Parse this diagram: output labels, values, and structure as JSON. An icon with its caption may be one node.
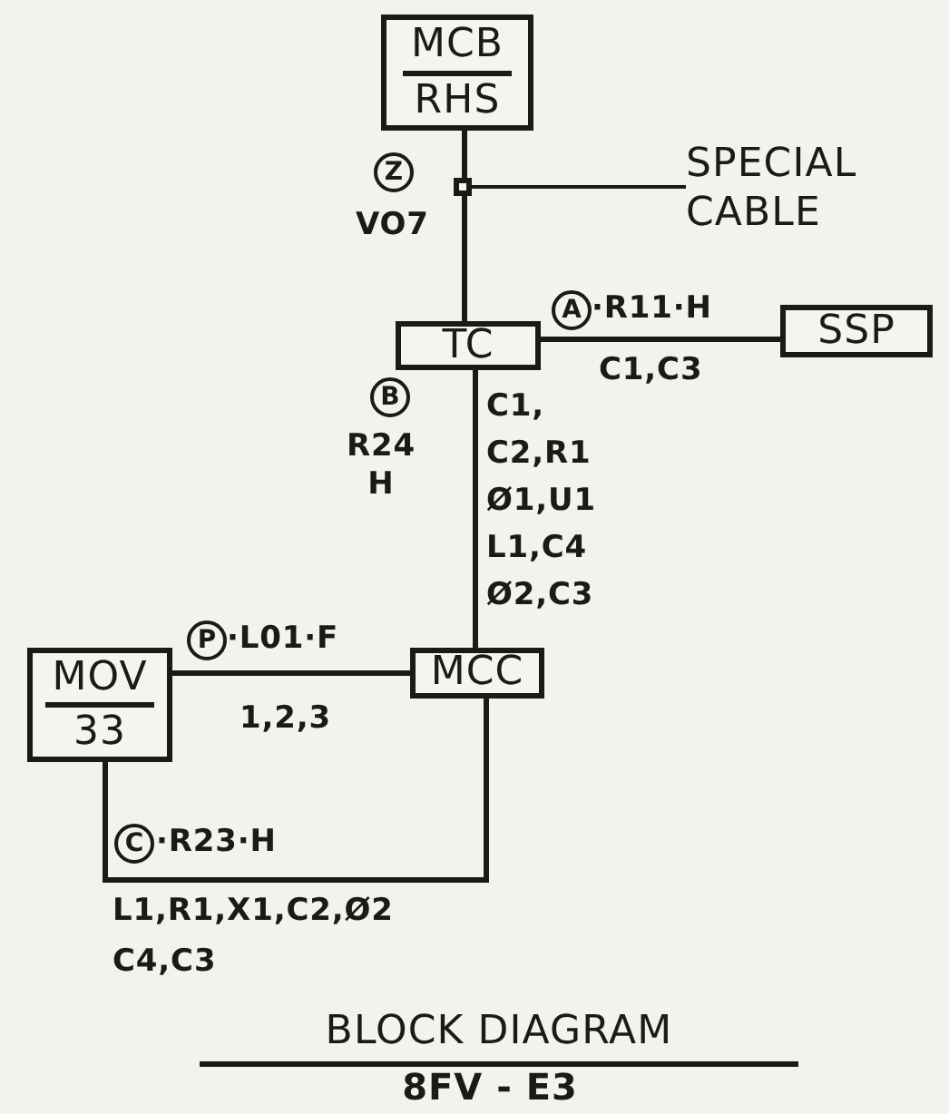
{
  "diagram": {
    "title": "BLOCK DIAGRAM",
    "caption": "8FV - E3",
    "nodes": [
      {
        "text": [
          "MCB",
          "RHS"
        ]
      },
      {
        "text": [
          "TC"
        ]
      },
      {
        "text": [
          "SSP"
        ]
      },
      {
        "text": [
          "MCC"
        ]
      },
      {
        "text": [
          "MOV",
          "33"
        ]
      },
      {
        "text": [
          "SPECIAL CABLE"
        ]
      },
      {
        "text": [],
        "shape": "box"
      }
    ],
    "edges": [
      {
        "from": 0,
        "to": 1,
        "arrow": "none"
      },
      {
        "from": 1,
        "to": 2,
        "arrow": "none"
      },
      {
        "from": 1,
        "to": 3,
        "arrow": "none"
      },
      {
        "from": 4,
        "to": 3,
        "arrow": "none"
      },
      {
        "from": 4,
        "to": 3,
        "arrow": "none"
      },
      {
        "from": 5,
        "to": 6,
        "arrow": "none"
      }
    ],
    "labels": [
      "Z",
      "VO7",
      "A",
      "·R11·H",
      "C1,C3",
      "B",
      "R24 H",
      "C1,",
      "C2,R1",
      "Ø1,U1",
      "L1,C4",
      "Ø2,C3",
      "P",
      "·L01·F",
      "1,2,3",
      "C",
      "·R23·H",
      "L1,R1,X1,C2,Ø2",
      "C4,C3"
    ]
  }
}
